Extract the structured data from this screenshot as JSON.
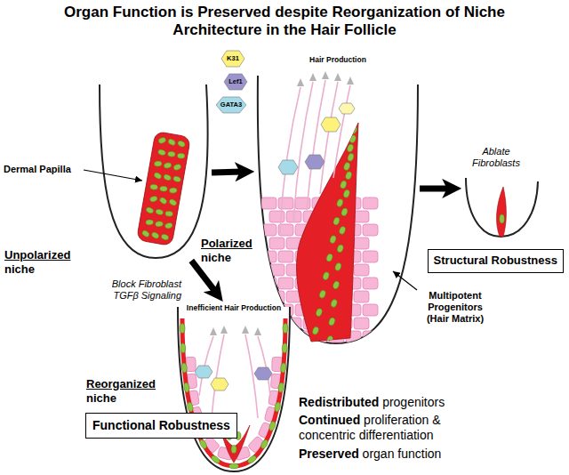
{
  "diagram": {
    "title": "Organ Function is Preserved despite Reorganization of Niche Architecture in the Hair Follicle",
    "nodes": [
      {
        "text": [
          "Unpolarized niche"
        ]
      },
      {
        "text": [
          "Hair Production",
          "Polarized niche"
        ]
      },
      {
        "text": [
          "Structural Robustness"
        ]
      },
      {
        "text": [
          "Inefficient Hair Production",
          "Reorganized niche"
        ]
      },
      {
        "text": [
          "Functional Robustness"
        ]
      }
    ],
    "edges": [
      {
        "from": 0,
        "to": 1,
        "arrow": "to"
      },
      {
        "from": 1,
        "to": 2,
        "arrow": "to",
        "label": "Ablate Fibroblasts"
      },
      {
        "from": 0,
        "to": 3,
        "arrow": "to",
        "label": "Block Fibroblast TGFβ Signaling"
      }
    ],
    "labels": [
      "Dermal Papilla",
      "K31",
      "Lef1",
      "GATA3",
      "Multipotent Progenitors (Hair Matrix)",
      "Redistributed progenitors",
      "Continued proliferation & concentric differentiation",
      "Preserved organ function"
    ]
  }
}
